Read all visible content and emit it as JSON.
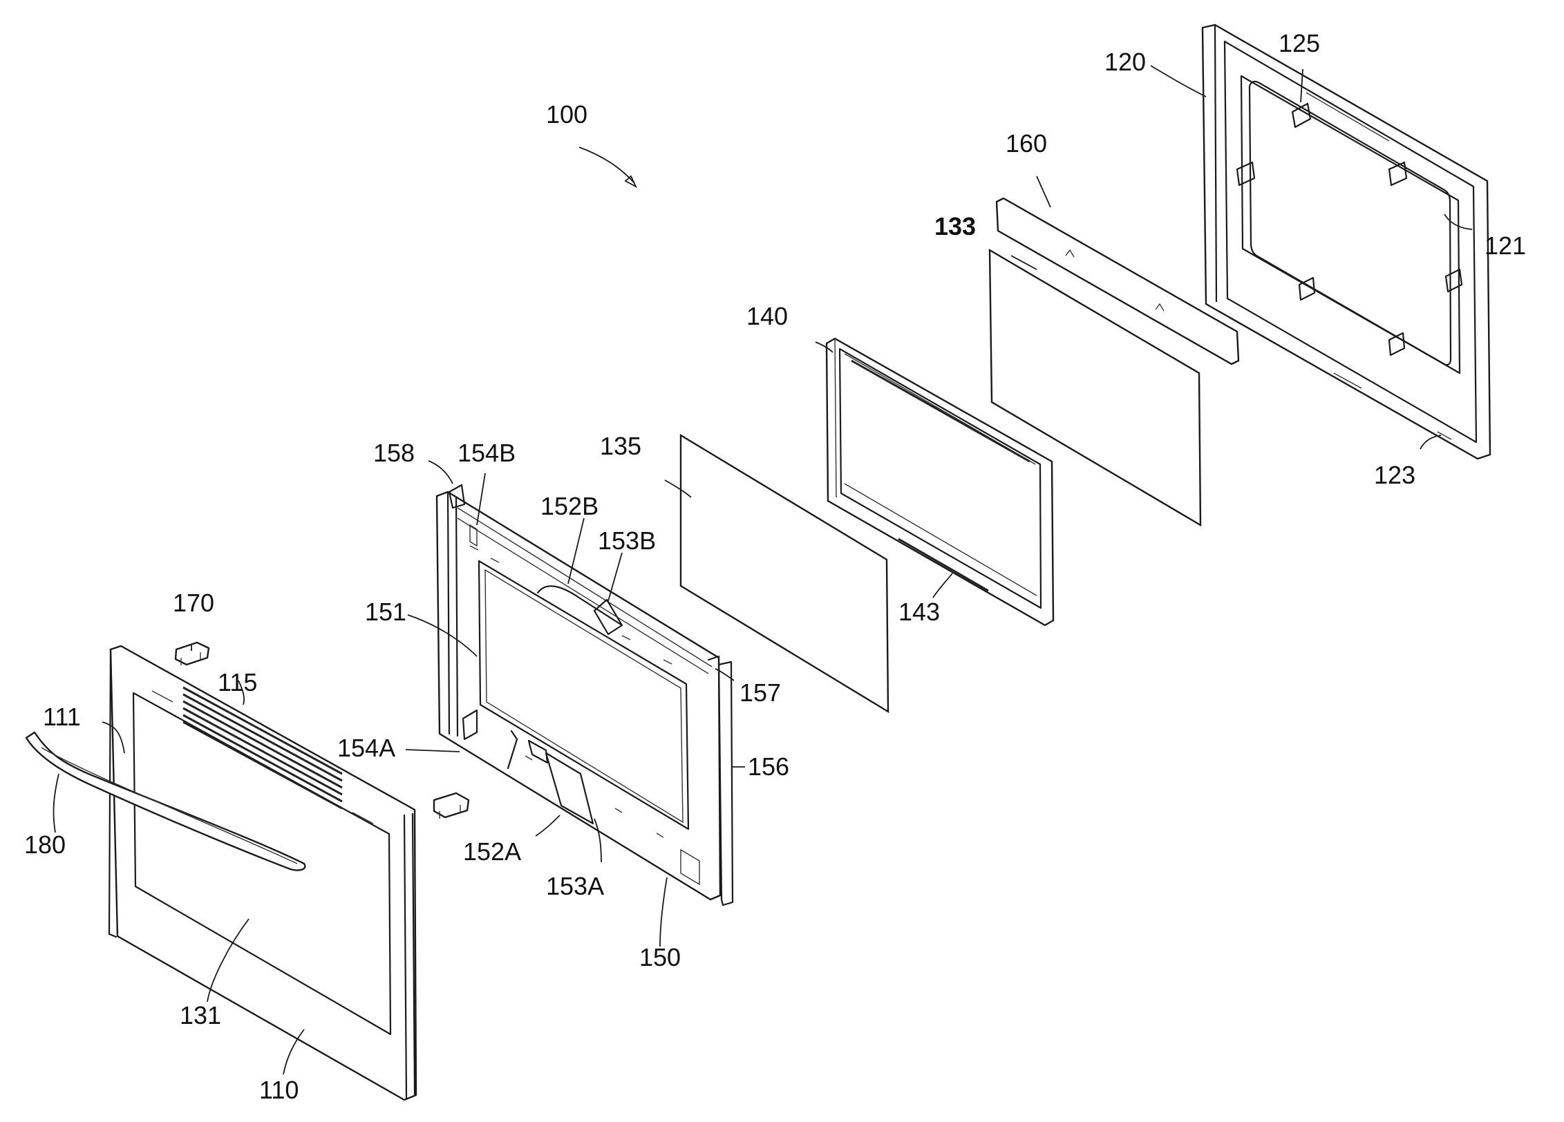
{
  "labels": {
    "l100": "100",
    "l110": "110",
    "l111": "111",
    "l115": "115",
    "l120": "120",
    "l121": "121",
    "l123": "123",
    "l125": "125",
    "l131": "131",
    "l133": "133",
    "l135": "135",
    "l140": "140",
    "l143": "143",
    "l150": "150",
    "l151": "151",
    "l152A": "152A",
    "l152B": "152B",
    "l153A": "153A",
    "l153B": "153B",
    "l154A": "154A",
    "l154B": "154B",
    "l156": "156",
    "l157": "157",
    "l158": "158",
    "l160": "160",
    "l170": "170",
    "l180": "180"
  }
}
